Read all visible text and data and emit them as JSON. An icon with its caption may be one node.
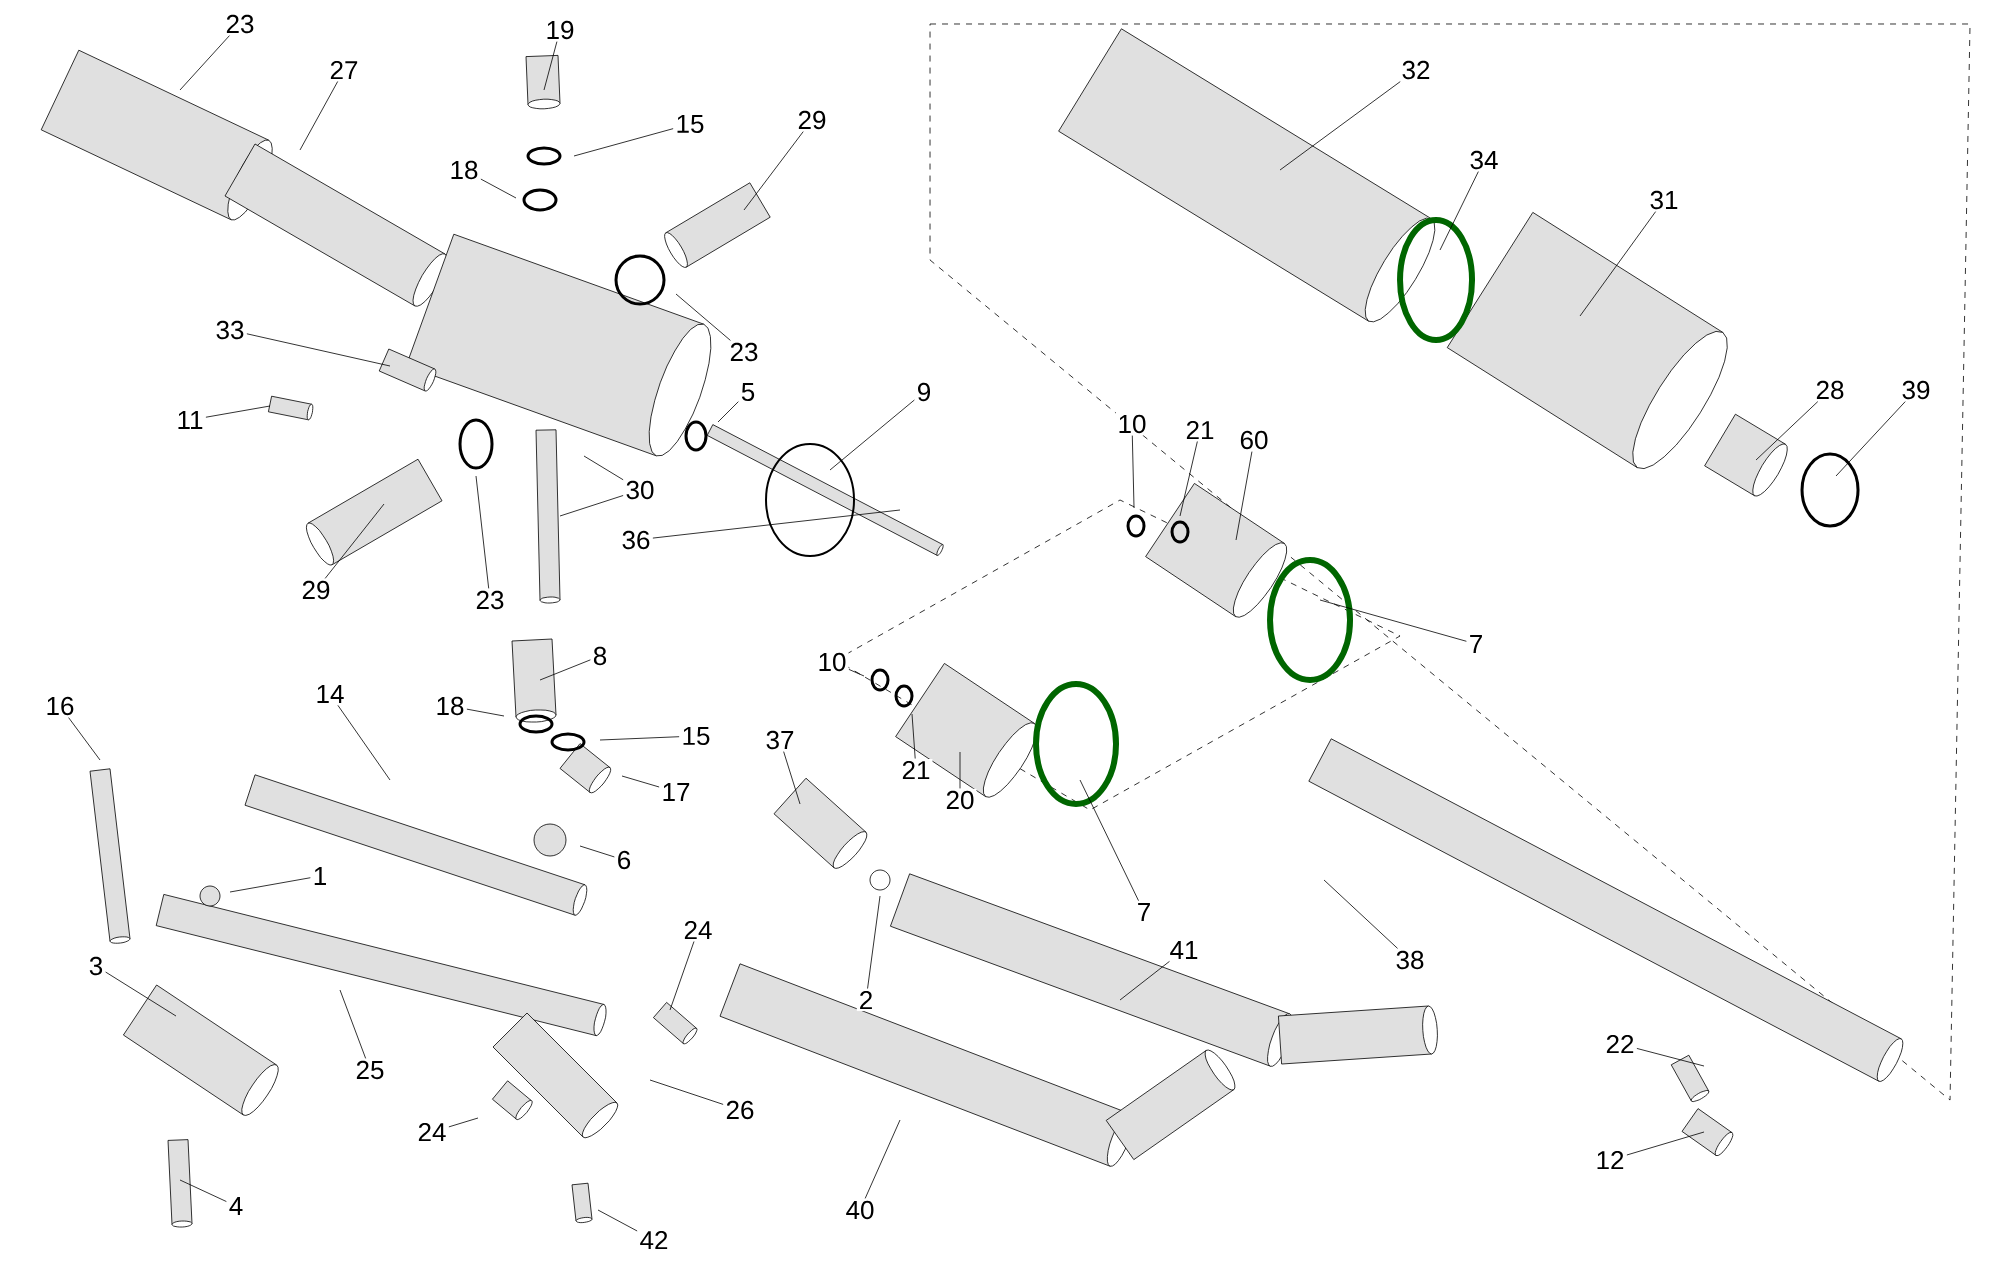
{
  "diagram": {
    "nodes": [
      {
        "text": [
          "23"
        ]
      },
      {
        "text": [
          "27"
        ]
      },
      {
        "text": [
          "19"
        ]
      },
      {
        "text": [
          "15"
        ]
      },
      {
        "text": [
          "29"
        ]
      },
      {
        "text": [
          "18"
        ]
      },
      {
        "text": [
          "23"
        ]
      },
      {
        "text": [
          "33"
        ]
      },
      {
        "text": [
          "5"
        ]
      },
      {
        "text": [
          "9"
        ]
      },
      {
        "text": [
          "11"
        ]
      },
      {
        "text": [
          "30"
        ]
      },
      {
        "text": [
          "23"
        ]
      },
      {
        "text": [
          "29"
        ]
      },
      {
        "text": [
          "36"
        ]
      },
      {
        "text": [
          "10"
        ]
      },
      {
        "text": [
          "21"
        ]
      },
      {
        "text": [
          "60"
        ]
      },
      {
        "text": [
          "7"
        ]
      },
      {
        "text": [
          "8"
        ]
      },
      {
        "text": [
          "18"
        ]
      },
      {
        "text": [
          "15"
        ]
      },
      {
        "text": [
          "17"
        ]
      },
      {
        "text": [
          "6"
        ]
      },
      {
        "text": [
          "16"
        ]
      },
      {
        "text": [
          "14"
        ]
      },
      {
        "text": [
          "1"
        ]
      },
      {
        "text": [
          "3"
        ]
      },
      {
        "text": [
          "25"
        ]
      },
      {
        "text": [
          "24"
        ]
      },
      {
        "text": [
          "24"
        ]
      },
      {
        "text": [
          "26"
        ]
      },
      {
        "text": [
          "4"
        ]
      },
      {
        "text": [
          "42"
        ]
      },
      {
        "text": [
          "10"
        ]
      },
      {
        "text": [
          "21"
        ]
      },
      {
        "text": [
          "20"
        ]
      },
      {
        "text": [
          "7"
        ]
      },
      {
        "text": [
          "37"
        ]
      },
      {
        "text": [
          "2"
        ]
      },
      {
        "text": [
          "41"
        ]
      },
      {
        "text": [
          "38"
        ]
      },
      {
        "text": [
          "40"
        ]
      },
      {
        "text": [
          "32"
        ]
      },
      {
        "text": [
          "34"
        ]
      },
      {
        "text": [
          "31"
        ]
      },
      {
        "text": [
          "28"
        ]
      },
      {
        "text": [
          "39"
        ]
      },
      {
        "text": [
          "22"
        ]
      },
      {
        "text": [
          "12"
        ]
      }
    ],
    "edges": [
      {
        "from": 0,
        "to": null,
        "arrow": "none"
      },
      {
        "from": 1,
        "to": null,
        "arrow": "none"
      },
      {
        "from": 2,
        "to": null,
        "arrow": "none"
      },
      {
        "from": 3,
        "to": null,
        "arrow": "none"
      },
      {
        "from": 4,
        "to": null,
        "arrow": "none"
      },
      {
        "from": 5,
        "to": null,
        "arrow": "none"
      },
      {
        "from": 6,
        "to": null,
        "arrow": "none"
      },
      {
        "from": 7,
        "to": null,
        "arrow": "none"
      },
      {
        "from": 8,
        "to": null,
        "arrow": "none"
      },
      {
        "from": 9,
        "to": null,
        "arrow": "none"
      },
      {
        "from": 10,
        "to": null,
        "arrow": "none"
      },
      {
        "from": 11,
        "to": null,
        "arrow": "none"
      },
      {
        "from": 11,
        "to": null,
        "arrow": "none"
      },
      {
        "from": 12,
        "to": null,
        "arrow": "none"
      },
      {
        "from": 13,
        "to": null,
        "arrow": "none"
      },
      {
        "from": 14,
        "to": null,
        "arrow": "none"
      },
      {
        "from": 15,
        "to": null,
        "arrow": "none"
      },
      {
        "from": 16,
        "to": null,
        "arrow": "none"
      },
      {
        "from": 17,
        "to": null,
        "arrow": "none"
      },
      {
        "from": 18,
        "to": null,
        "arrow": "none"
      },
      {
        "from": 19,
        "to": null,
        "arrow": "none"
      },
      {
        "from": 20,
        "to": null,
        "arrow": "none"
      },
      {
        "from": 21,
        "to": null,
        "arrow": "none"
      },
      {
        "from": 22,
        "to": null,
        "arrow": "none"
      },
      {
        "from": 23,
        "to": null,
        "arrow": "none"
      },
      {
        "from": 24,
        "to": null,
        "arrow": "none"
      },
      {
        "from": 25,
        "to": null,
        "arrow": "none"
      },
      {
        "from": 26,
        "to": null,
        "arrow": "none"
      },
      {
        "from": 27,
        "to": null,
        "arrow": "none"
      },
      {
        "from": 28,
        "to": null,
        "arrow": "none"
      },
      {
        "from": 29,
        "to": null,
        "arrow": "none"
      },
      {
        "from": 30,
        "to": null,
        "arrow": "none"
      },
      {
        "from": 31,
        "to": null,
        "arrow": "none"
      },
      {
        "from": 32,
        "to": null,
        "arrow": "none"
      },
      {
        "from": 33,
        "to": null,
        "arrow": "none"
      },
      {
        "from": 34,
        "to": null,
        "arrow": "none"
      },
      {
        "from": 35,
        "to": null,
        "arrow": "none"
      },
      {
        "from": 36,
        "to": null,
        "arrow": "none"
      },
      {
        "from": 37,
        "to": null,
        "arrow": "none"
      },
      {
        "from": 38,
        "to": null,
        "arrow": "none"
      },
      {
        "from": 39,
        "to": null,
        "arrow": "none"
      },
      {
        "from": 40,
        "to": null,
        "arrow": "none"
      },
      {
        "from": 41,
        "to": null,
        "arrow": "none"
      },
      {
        "from": 42,
        "to": null,
        "arrow": "none"
      },
      {
        "from": 43,
        "to": null,
        "arrow": "none"
      },
      {
        "from": 44,
        "to": null,
        "arrow": "none"
      },
      {
        "from": 45,
        "to": null,
        "arrow": "none"
      },
      {
        "from": 46,
        "to": null,
        "arrow": "none"
      },
      {
        "from": 47,
        "to": null,
        "arrow": "none"
      },
      {
        "from": 48,
        "to": null,
        "arrow": "none"
      },
      {
        "from": 49,
        "to": null,
        "arrow": "none"
      }
    ]
  }
}
